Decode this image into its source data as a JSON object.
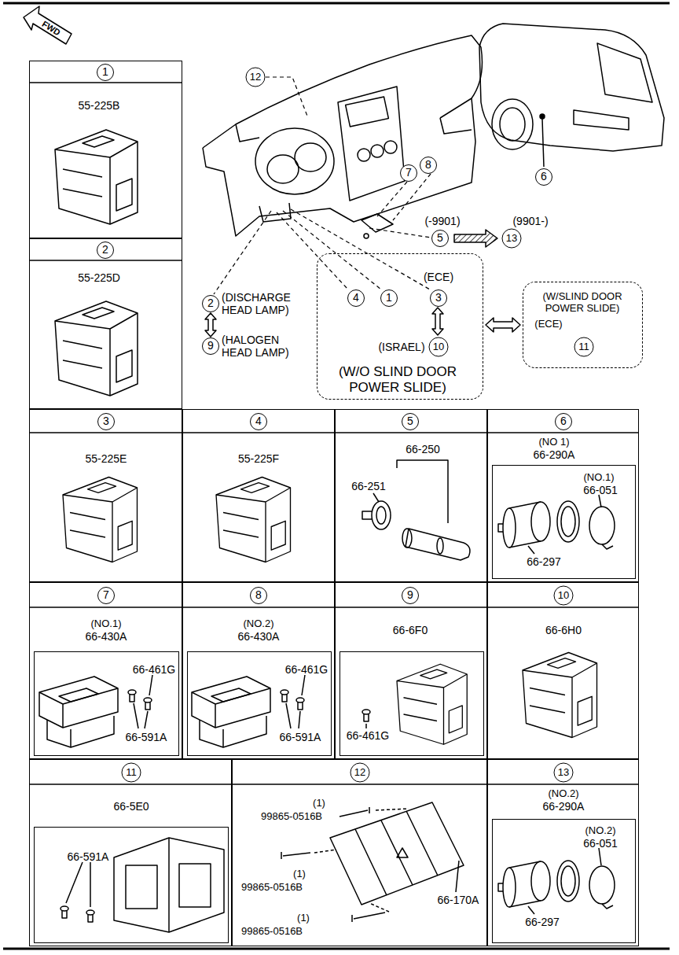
{
  "diagram": {
    "nodes": [
      {
        "text": [
          "4",
          "1",
          "(ECE)",
          "3",
          "(ISRAEL)",
          "10",
          "(W/O SLIND DOOR POWER SLIDE)"
        ]
      },
      {
        "text": [
          "(W/SLIND DOOR POWER SLIDE)",
          "(ECE)",
          "11"
        ]
      },
      {
        "text": [
          "1",
          "55-225B"
        ]
      },
      {
        "text": [
          "2",
          "55-225D"
        ]
      },
      {
        "text": [
          "3",
          "55-225E"
        ]
      },
      {
        "text": [
          "4",
          "55-225F"
        ]
      },
      {
        "text": [
          "5",
          "66-250",
          "66-251"
        ]
      },
      {
        "text": [
          "6",
          "(NO 1)",
          "66-290A"
        ]
      },
      {
        "text": [
          "(NO.1)",
          "66-051",
          "66-297"
        ],
        "in": 7
      },
      {
        "text": [
          "7",
          "(NO.1)",
          "66-430A"
        ]
      },
      {
        "text": [
          "66-461G",
          "66-591A"
        ],
        "in": 9
      },
      {
        "text": [
          "8",
          "(NO.2)",
          "66-430A"
        ]
      },
      {
        "text": [
          "66-461G",
          "66-591A"
        ],
        "in": 11
      },
      {
        "text": [
          "9",
          "66-6F0"
        ]
      },
      {
        "text": [
          "66-461G"
        ],
        "in": 13
      },
      {
        "text": [
          "10",
          "66-6H0"
        ]
      },
      {
        "text": [
          "11",
          "66-5E0"
        ]
      },
      {
        "text": [
          "66-591A"
        ],
        "in": 16
      },
      {
        "text": [
          "12",
          "(1)",
          "99865-0516B",
          "(1)",
          "99865-0516B",
          "(1)",
          "99865-0516B",
          "66-170A"
        ]
      },
      {
        "text": [
          "13",
          "(NO.2)",
          "66-290A"
        ]
      },
      {
        "text": [
          "(NO.2)",
          "66-051",
          "66-297"
        ],
        "in": 19
      }
    ],
    "edges": [
      {
        "from": 0,
        "to": 1,
        "arrow": "both"
      }
    ],
    "labels": [
      "FWD",
      "12",
      "7",
      "8",
      "(-9901)",
      "5",
      "(9901-)",
      "13",
      "6",
      "2",
      "(DISCHARGE HEAD LAMP)",
      "9",
      "(HALOGEN HEAD LAMP)"
    ]
  }
}
